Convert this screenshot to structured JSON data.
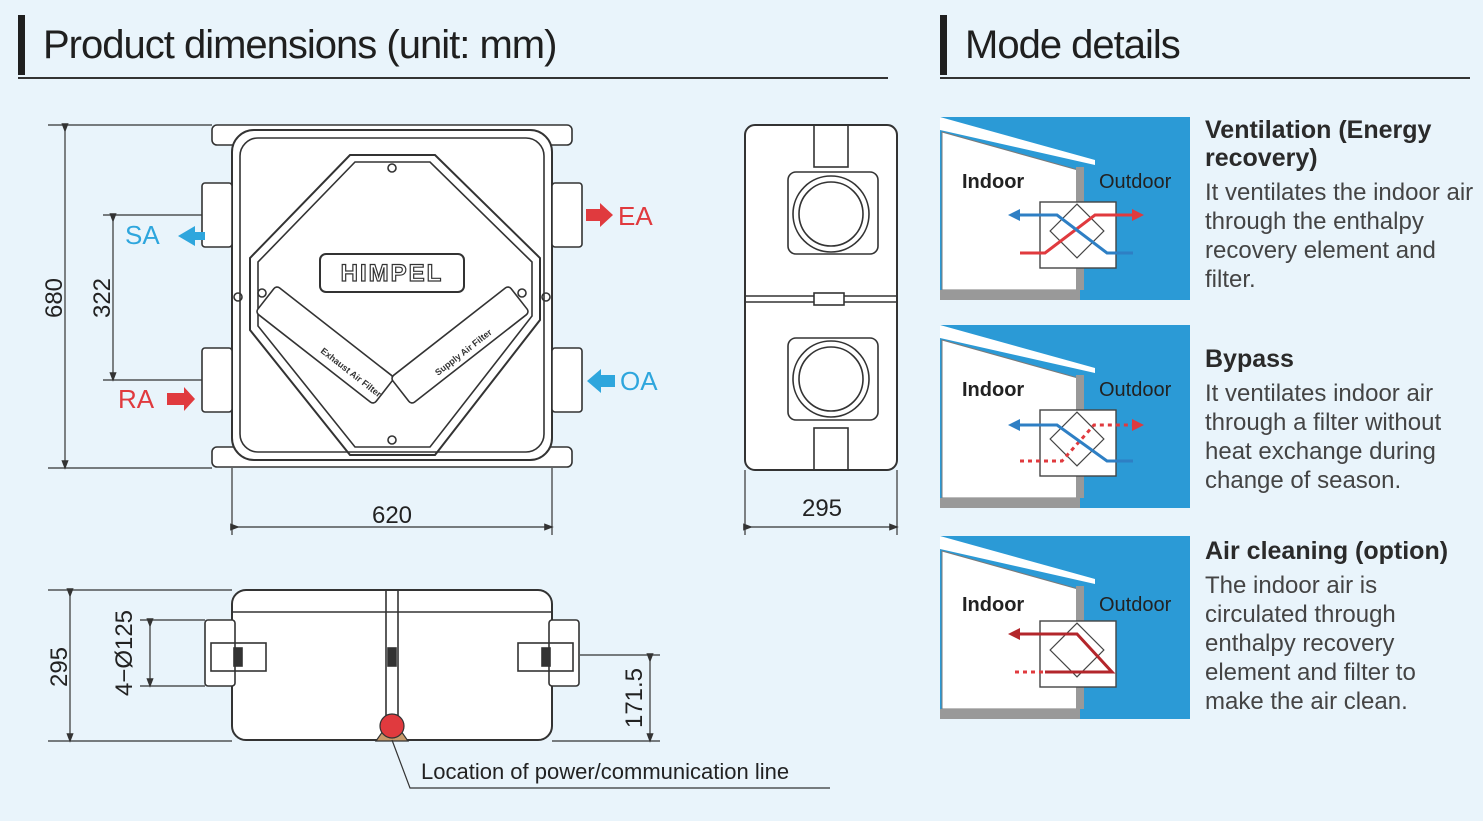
{
  "dimensions_section": {
    "title": "Product dimensions (unit: mm)",
    "width_label": "620",
    "height_label": "680",
    "port_spacing_label": "322",
    "side_width_label": "295",
    "bottom_height_label": "295",
    "duct_label": "4−Ø125",
    "duct_height_label": "171.5",
    "power_line_label": "Location of power/communication line",
    "ports": {
      "sa": "SA",
      "ra": "RA",
      "ea": "EA",
      "oa": "OA"
    },
    "brand_logo": "HIMPEL",
    "filter_labels": {
      "exhaust": "Exhaust Air Filter",
      "supply": "Supply Air Filter"
    }
  },
  "modes_section": {
    "title": "Mode details",
    "modes": [
      {
        "title": "Ventilation (Energy recovery)",
        "description": "It ventilates the indoor air through the enthalpy recovery element and filter.",
        "indoor_label": "Indoor",
        "outdoor_label": "Outdoor"
      },
      {
        "title": "Bypass",
        "description": "It ventilates indoor air through a filter without heat exchange during change of season.",
        "indoor_label": "Indoor",
        "outdoor_label": "Outdoor"
      },
      {
        "title": "Air cleaning (option)",
        "description": "The indoor air is circulated through enthalpy recovery element and filter to make the air clean.",
        "indoor_label": "Indoor",
        "outdoor_label": "Outdoor"
      }
    ]
  },
  "colors": {
    "supply_red": "#e03a3e",
    "exhaust_blue": "#2e7fc4",
    "outdoor_blue": "#2b9ad6",
    "background": "#e9f4fb"
  }
}
